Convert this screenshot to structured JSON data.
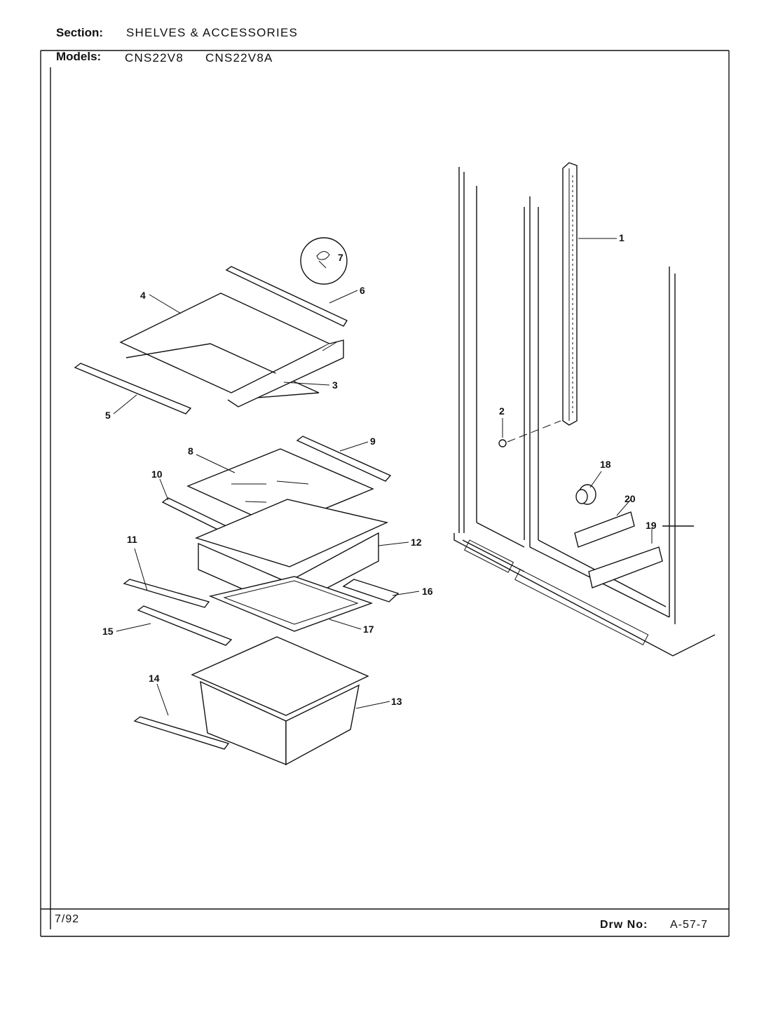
{
  "header": {
    "section_label": "Section:",
    "section_value": "SHELVES & ACCESSORIES",
    "models_label": "Models:",
    "models": [
      "CNS22V8",
      "CNS22V8A"
    ]
  },
  "footer": {
    "date": "7/92",
    "drawing_label": "Drw No:",
    "drawing_number": "A-57-7"
  },
  "callouts": [
    "1",
    "2",
    "3",
    "4",
    "5",
    "6",
    "7",
    "8",
    "9",
    "10",
    "11",
    "12",
    "13",
    "14",
    "15",
    "16",
    "17",
    "18",
    "19",
    "20"
  ]
}
